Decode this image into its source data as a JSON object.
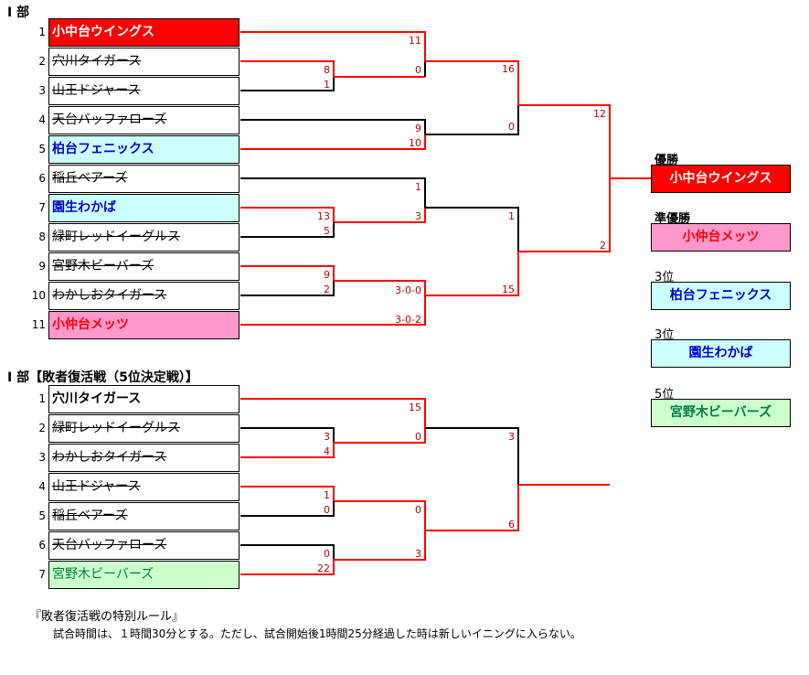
{
  "section1": {
    "title": "Ⅰ 部",
    "numbers": [
      "1",
      "2",
      "3",
      "4",
      "5",
      "6",
      "7",
      "8",
      "9",
      "10",
      "11"
    ],
    "teams": [
      "小中台ウイングス",
      "穴川タイガース",
      "山王ドジャース",
      "天台バッファローズ",
      "柏台フェニックス",
      "稲丘ベアーズ",
      "園生わかば",
      "緑町レッドイーグルス",
      "宮野木ビーバーズ",
      "わかしおタイガース",
      "小仲台メッツ"
    ],
    "scores": [
      "11",
      "8",
      "0",
      "1",
      "16",
      "9",
      "0",
      "10",
      "12",
      "1",
      "13",
      "3",
      "5",
      "1",
      "9",
      "2",
      "3-0-0",
      "15",
      "3-0-2",
      "2"
    ]
  },
  "section2": {
    "title": "Ⅰ 部【敗者復活戦（5位決定戦）】",
    "numbers": [
      "1",
      "2",
      "3",
      "4",
      "5",
      "6",
      "7"
    ],
    "teams": [
      "穴川タイガース",
      "緑町レッドイーグルス",
      "わかしおタイガース",
      "山王ドジャース",
      "稲丘ベアーズ",
      "天台バッファローズ",
      "宮野木ビーバーズ"
    ],
    "scores": [
      "15",
      "3",
      "0",
      "4",
      "3",
      "1",
      "0",
      "0",
      "6",
      "0",
      "3",
      "22"
    ]
  },
  "results": {
    "champion_label": "優勝",
    "champion": "小中台ウイングス",
    "runner_up_label": "準優勝",
    "runner_up": "小仲台メッツ",
    "third_label_1": "3位",
    "third_1": "柏台フェニックス",
    "third_label_2": "3位",
    "third_2": "園生わかば",
    "fifth_label": "5位",
    "fifth": "宮野木ビーバーズ"
  },
  "rules": {
    "title": "『敗者復活戦の特別ルール』",
    "text": "試合時間は、１時間30分とする。ただし、試合開始後1時間25分経過した時は新しいイニングに入らない。"
  },
  "colors": {
    "winner_line": "#ff0000",
    "loser_line": "#000000",
    "score_text": "#c00000",
    "champion_fill": "#ff0000",
    "runner_up_fill": "#ff99cc",
    "third_fill": "#ccffff",
    "fifth_fill": "#ccffcc"
  }
}
